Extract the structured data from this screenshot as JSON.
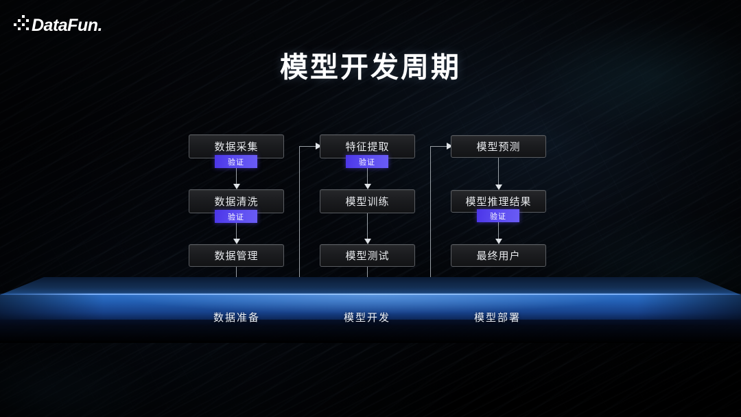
{
  "brand": {
    "name": "DataFun."
  },
  "title": "模型开发周期",
  "diagram": {
    "columns": [
      {
        "id": "data-preparation",
        "nodes": [
          {
            "label": "数据采集",
            "badge": "验证"
          },
          {
            "label": "数据清洗",
            "badge": "验证"
          },
          {
            "label": "数据管理",
            "badge": null
          }
        ]
      },
      {
        "id": "model-development",
        "nodes": [
          {
            "label": "特征提取",
            "badge": "验证"
          },
          {
            "label": "模型训练",
            "badge": null
          },
          {
            "label": "模型测试",
            "badge": null
          }
        ]
      },
      {
        "id": "model-deployment",
        "nodes": [
          {
            "label": "模型预测",
            "badge": null
          },
          {
            "label": "模型推理结果",
            "badge": "验证"
          },
          {
            "label": "最终用户",
            "badge": null
          }
        ]
      }
    ]
  },
  "phases": [
    {
      "label": "数据准备"
    },
    {
      "label": "模型开发"
    },
    {
      "label": "模型部署"
    }
  ],
  "colors": {
    "background": "#020203",
    "node_border": "#5a5d62",
    "node_fill": "#1b1c1f",
    "badge_accent": "#5b4bf0",
    "connector": "#9aa0a6",
    "slab_blue": "#2360b4",
    "slab_highlight": "#9ccaff",
    "text": "#e9ebee"
  }
}
